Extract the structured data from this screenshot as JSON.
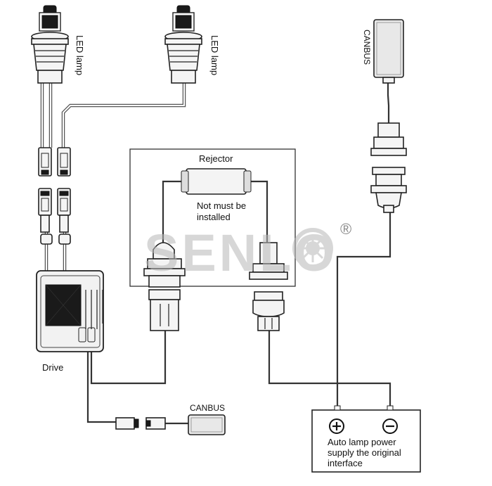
{
  "labels": {
    "led_lamp_left": "LED lamp",
    "led_lamp_right": "LED lamp",
    "canbus_top": "CANBUS",
    "rejector": "Rejector",
    "rejector_note": [
      "Not must be",
      "installed"
    ],
    "drive": "Drive",
    "canbus_bottom": "CANBUS",
    "plus_symbol": "+",
    "minus_symbol": "−",
    "power_supply": [
      "Auto lamp power",
      "supply the original",
      "interface"
    ],
    "watermark": "SENLO",
    "registered": "®"
  },
  "colors": {
    "line": "#333333",
    "component": "#f4f4f4",
    "watermark": "#c8c8c8"
  }
}
